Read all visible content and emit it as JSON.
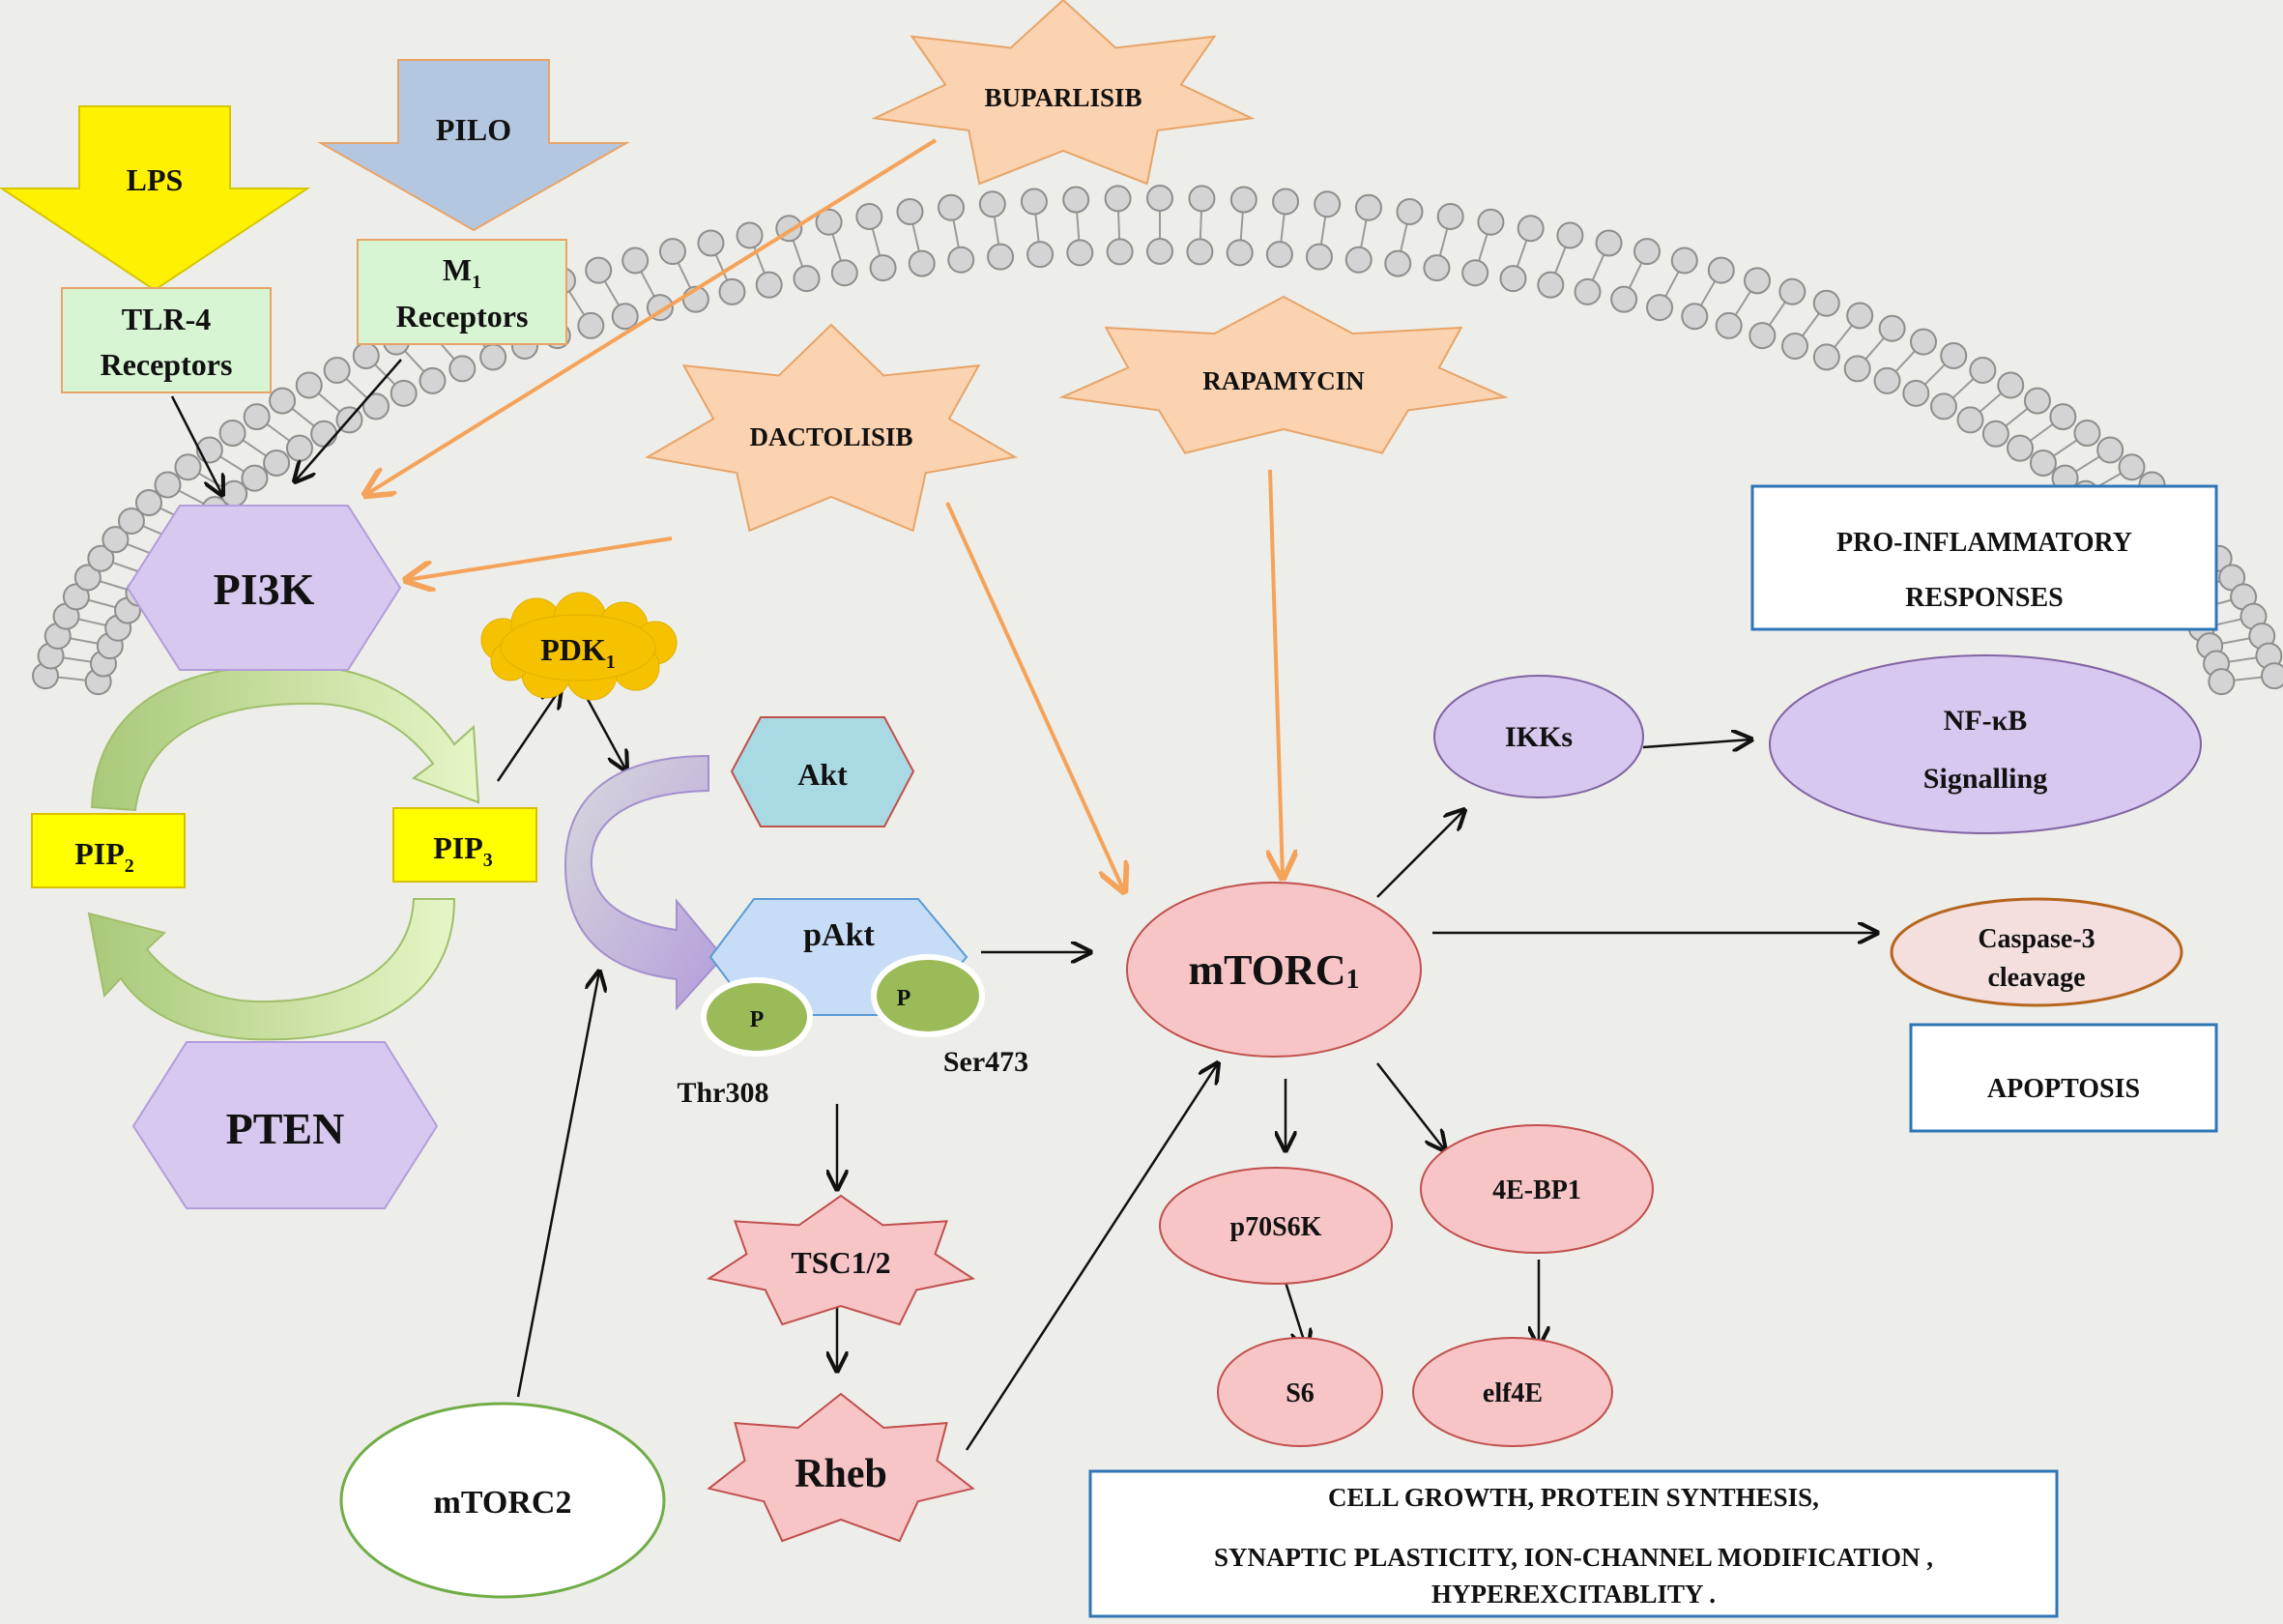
{
  "stimuli": {
    "lps": "LPS",
    "pilo": "PILO"
  },
  "receptors": {
    "tlr4_line1": "TLR-4",
    "tlr4_line2": "Receptors",
    "m1_main": "M",
    "m1_sub": "1",
    "m1_line2": "Receptors"
  },
  "inhibitors": {
    "buparlisib": "BUPARLISIB",
    "dactolisib": "DACTOLISIB",
    "rapamycin": "RAPAMYCIN"
  },
  "nodes": {
    "pi3k": "PI3K",
    "pten": "PTEN",
    "pdk1_main": "PDK",
    "pdk1_sub": "1",
    "pip2_main": "PIP",
    "pip2_sub": "2",
    "pip3_main": "PIP",
    "pip3_sub": "3",
    "akt": "Akt",
    "pakt": "pAkt",
    "phospho_left": "P",
    "phospho_right": "P",
    "thr308": "Thr308",
    "ser473": "Ser473",
    "mtorc1_main": "mTORC",
    "mtorc1_sub": "1",
    "mtorc2": "mTORC2",
    "tsc": "TSC1/2",
    "rheb": "Rheb",
    "ikks": "IKKs",
    "nfkb_line1": "NF-κB",
    "nfkb_line2": "Signalling",
    "caspase_line1": "Caspase-3",
    "caspase_line2": "cleavage",
    "p70s6k": "p70S6K",
    "s6": "S6",
    "ebp1": "4E-BP1",
    "elf4e": "elf4E"
  },
  "outcomes": {
    "proinflammatory_line1": "PRO-INFLAMMATORY",
    "proinflammatory_line2": "RESPONSES",
    "apoptosis": "APOPTOSIS",
    "growth_line1": "CELL GROWTH, PROTEIN SYNTHESIS,",
    "growth_line2": "SYNAPTIC PLASTICITY,  ION-CHANNEL MODIFICATION ,",
    "growth_line3": "HYPEREXCITABLITY ."
  },
  "colors": {
    "background": "#edede9",
    "lps_arrow": "#fff200",
    "pilo_arrow": "#b4c7e0",
    "receptor_fill": "#d7f5d2",
    "inhibitor_fill": "#fbd3b0",
    "inhibitor_arrow": "#f5a35a",
    "purple_node": "#d6c8ef",
    "pip_fill": "#ffff00",
    "pdk_fill": "#f6c200",
    "akt_fill": "#a9d9e3",
    "pakt_fill": "#c7ddf7",
    "phospho_fill": "#9bbb59",
    "red_node": "#f8c5c7",
    "outcome_border": "#2e75b6",
    "caspase_fill": "#f4dede",
    "caspase_border": "#b5651d",
    "mtorc2_border": "#70ad47"
  }
}
